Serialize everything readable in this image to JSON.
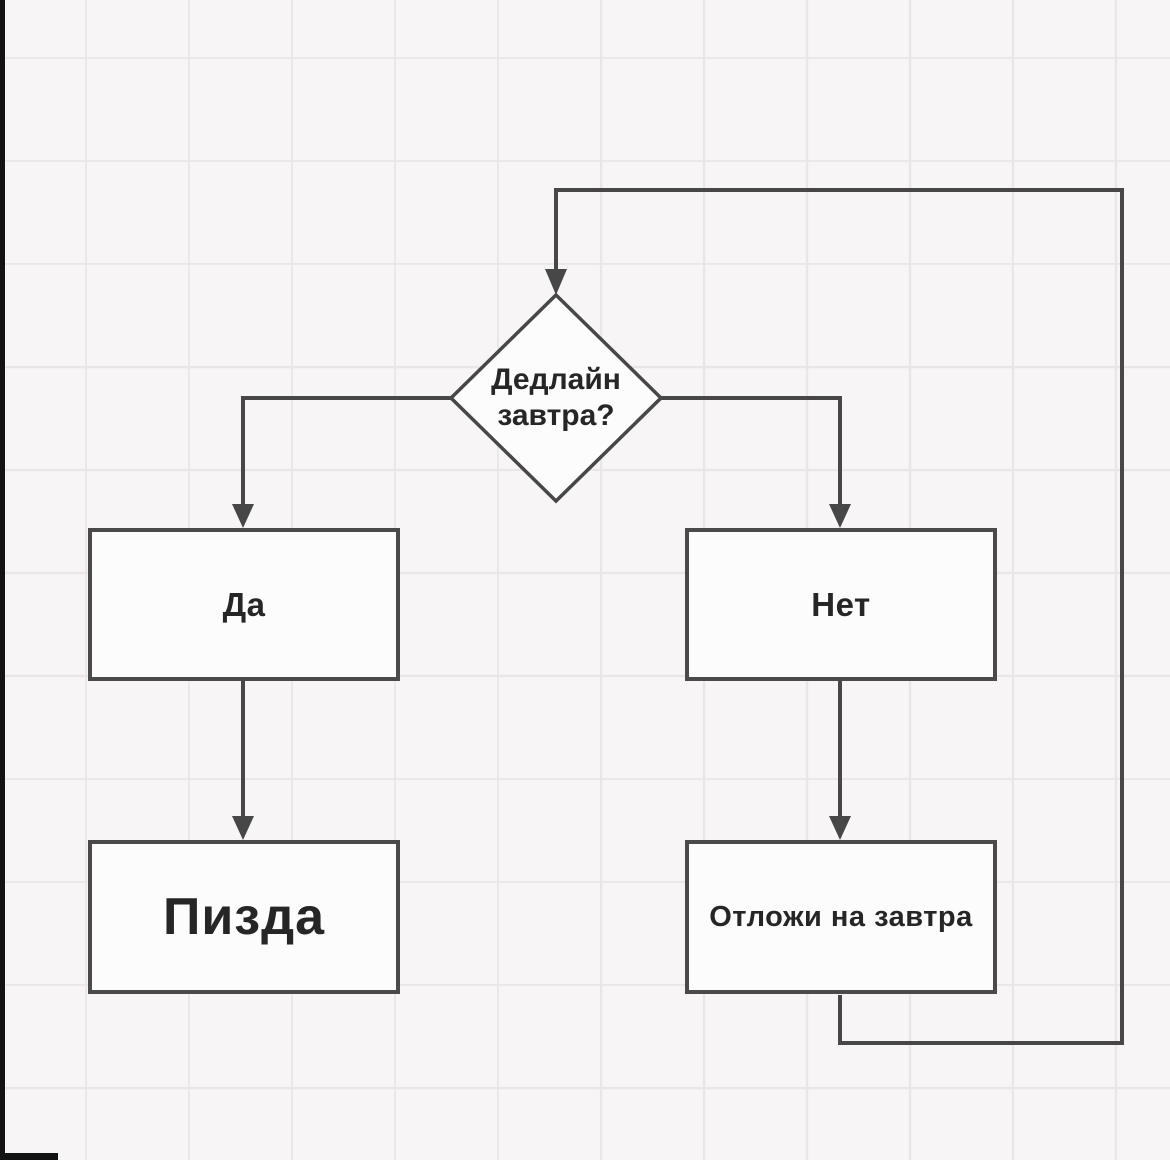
{
  "diagram": {
    "decision": {
      "line1": "Дедлайн",
      "line2": "завтра?"
    },
    "nodes": {
      "yes": {
        "label": "Да"
      },
      "no": {
        "label": "Нет"
      },
      "panic": {
        "label": "Пизда"
      },
      "postpone": {
        "label": "Отложи на завтра"
      }
    },
    "colors": {
      "background": "#f7f5f6",
      "grid_line": "#e9e5e8",
      "connector": "#474747",
      "node_border": "#4a4a4a",
      "node_fill": "#fdfcfd",
      "text": "#262626",
      "edge_artifact": "#131313"
    }
  }
}
